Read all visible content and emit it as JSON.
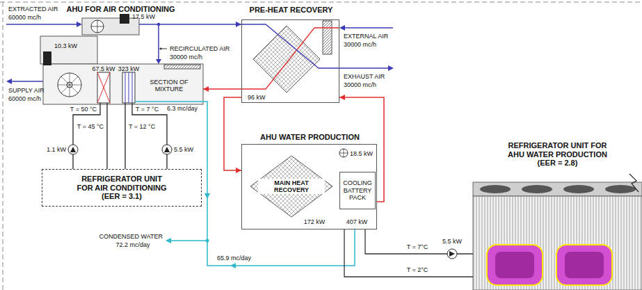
{
  "diagram": {
    "nodes": [
      {
        "text": [
          "AHU FOR AIR CONDITIONING"
        ]
      },
      {
        "text": [
          "PRE-HEAT RECOVERY",
          "96 kW"
        ]
      },
      {
        "text": [
          "REFRIGERATOR UNIT FOR AIR CONDITIONING",
          "(EER = 3.1)"
        ]
      },
      {
        "text": [
          "AHU WATER PRODUCTION"
        ]
      },
      {
        "text": [
          "MAIN HEAT RECOVERY"
        ],
        "in": 3
      },
      {
        "text": [
          "COOLING BATTERY PACK"
        ],
        "in": 3
      },
      {
        "text": [
          "REFRIGERATOR UNIT FOR AHU WATER PRODUCTION",
          "(EER = 2.8)"
        ]
      }
    ],
    "edges": [
      {
        "from": 0,
        "to": 2,
        "label": "T = 50 °C",
        "arrow": "none"
      },
      {
        "from": 0,
        "to": 2,
        "label": "T = 7 °C",
        "arrow": "none"
      },
      {
        "from": 0,
        "to": 2,
        "label": "T = 45 °C",
        "arrow": "none"
      },
      {
        "from": 0,
        "to": 2,
        "label": "T = 12 °C",
        "arrow": "none"
      },
      {
        "from": 0,
        "to": 1,
        "arrow": "to"
      },
      {
        "from": 1,
        "to": 0,
        "arrow": "to"
      },
      {
        "from": 1,
        "to": 3,
        "arrow": "to"
      },
      {
        "from": 3,
        "to": 1,
        "arrow": "to"
      },
      {
        "from": 6,
        "to": 3,
        "label": "T = 7°C",
        "arrow": "none"
      },
      {
        "from": 6,
        "to": 3,
        "label": "T = 2°C",
        "arrow": "none"
      }
    ],
    "labels": [
      "EXTRACTED AIR",
      "60000 mc/h",
      "17.5 kW",
      "RECIRCULATED AIR",
      "30000 mc/h",
      "EXTERNAL AIR",
      "30000 mc/h",
      "10.3 kW",
      "67.5 kW",
      "323 kW",
      "SECTION OF MIXTURE",
      "SUPPLY AIR",
      "60000 mc/h",
      "EXHAUST AIR",
      "30000 mc/h",
      "6.3 mc/day",
      "1.1 kW",
      "5.5 kW",
      "18.5 kW",
      "CONDENSED WATER",
      "72.2 mc/day",
      "172 kW",
      "407 kW",
      "65.9 mc/day",
      "5.5 kW"
    ]
  }
}
